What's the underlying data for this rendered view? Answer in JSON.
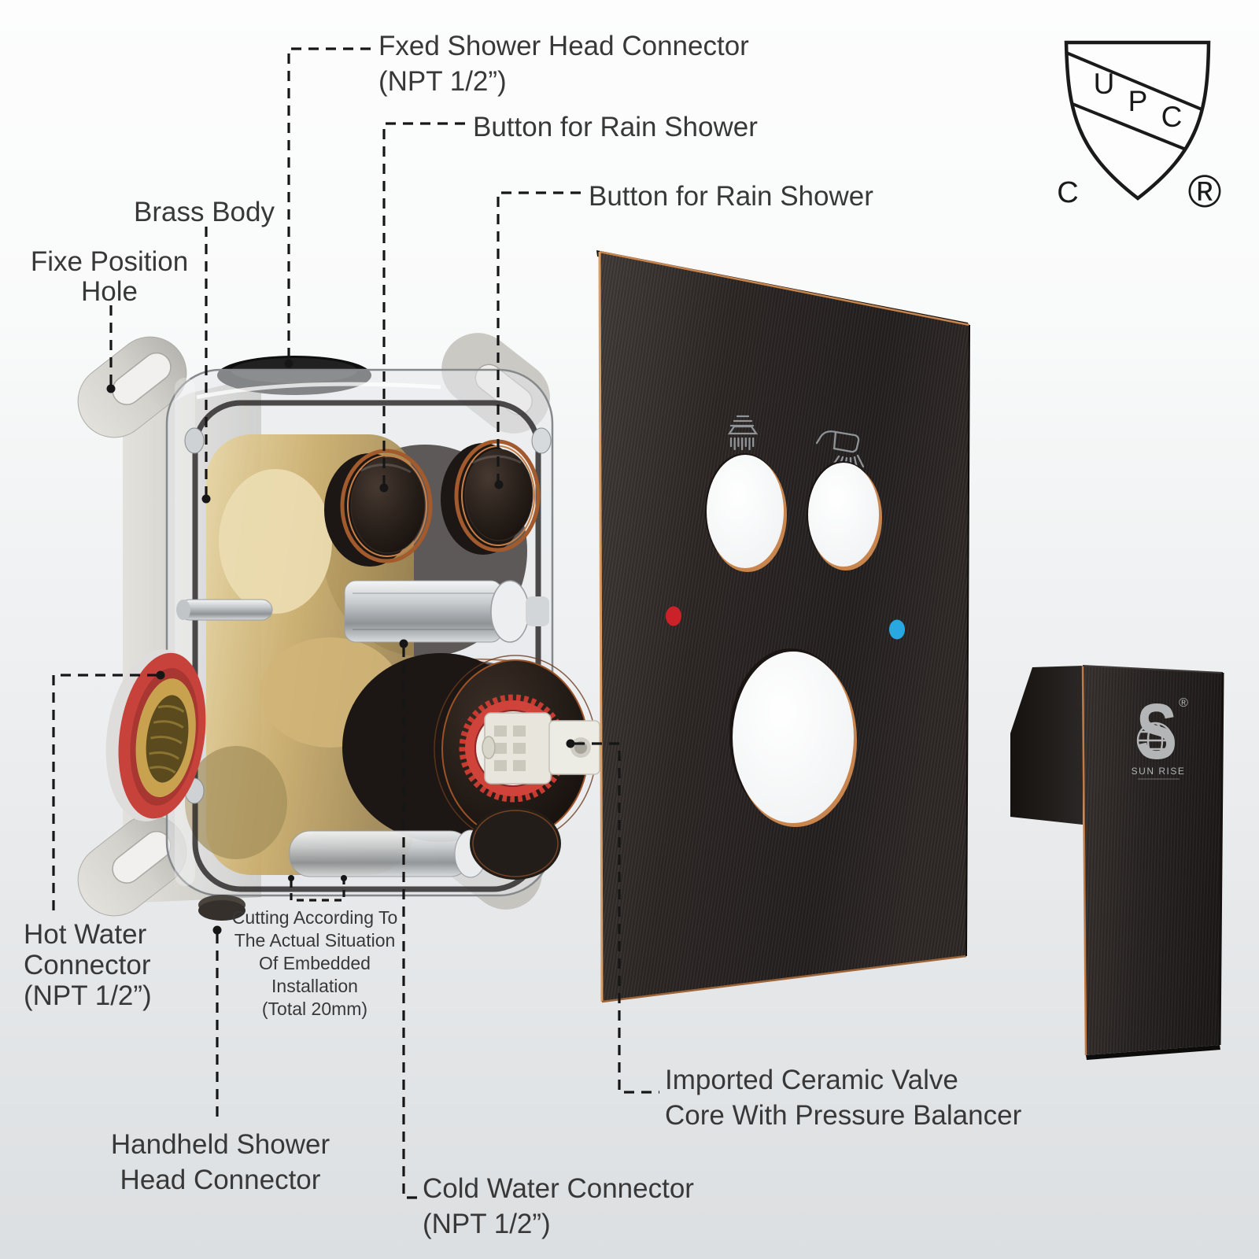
{
  "diagram": {
    "labels": {
      "fixed_shower_connector": {
        "line1": "Fxed Shower Head Connector",
        "line2": "(NPT 1/2”)"
      },
      "button_rain_shower_top": {
        "text": "Button for Rain Shower"
      },
      "button_rain_shower_bottom": {
        "text": "Button for Rain Shower"
      },
      "brass_body": {
        "text": "Brass Body"
      },
      "fixe_position_hole": {
        "line1": "Fixe Position",
        "line2": "Hole"
      },
      "hot_water_connector": {
        "line1": "Hot Water",
        "line2": "Connector",
        "line3": "(NPT 1/2”)"
      },
      "cutting_note": {
        "line1": "Cutting According To",
        "line2": "The Actual Situation",
        "line3": "Of Embedded",
        "line4": "Installation",
        "line5": "(Total 20mm)"
      },
      "handheld_shower_connector": {
        "line1": "Handheld Shower",
        "line2": "Head Connector"
      },
      "cold_water_connector": {
        "line1": "Cold Water Connector",
        "line2": "(NPT 1/2”)"
      },
      "ceramic_valve_core": {
        "line1": "Imported Ceramic Valve",
        "line2": "Core With Pressure Balancer"
      }
    },
    "certification": {
      "shield_letter_u": "U",
      "shield_letter_p": "P",
      "shield_letter_c": "C",
      "country_letter": "C",
      "registered_mark": "®"
    },
    "brand": {
      "initial": "S",
      "name": "SUN RISE",
      "registered_mark": "®"
    },
    "faceplate": {
      "left_icon": "rain-shower-icon",
      "right_icon": "handheld-shower-icon",
      "hot_indicator_color": "#cb2229",
      "cold_indicator_color": "#29a7e0"
    },
    "colors": {
      "label_text": "#383838",
      "leader_line": "#161616",
      "plate_bronze": "#2d2827",
      "copper_accent": "#c9824c",
      "brass": "#c2a04e",
      "hot_ring_red": "#c8423c",
      "valve_core_red": "#ce3b33",
      "ceramic_white": "#eae8dd",
      "chrome": "#d6d9db",
      "bracket_gray": "#d7d5d0"
    }
  }
}
